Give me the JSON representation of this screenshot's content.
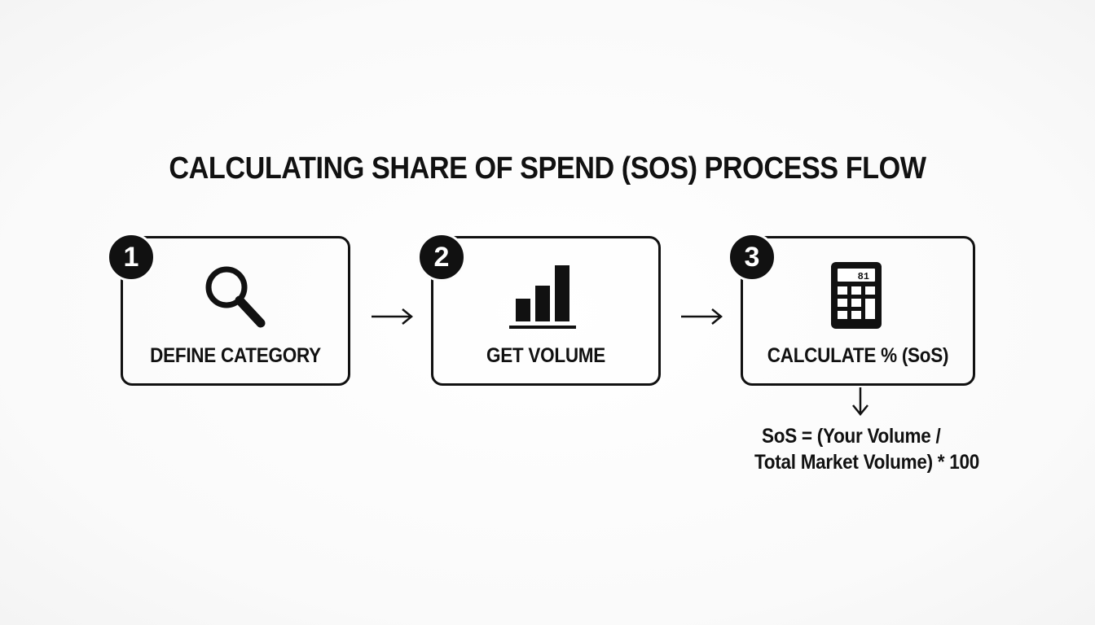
{
  "title": "CALCULATING SHARE OF SPEND (SOS) PROCESS FLOW",
  "steps": [
    {
      "number": "1",
      "label": "DEFINE CATEGORY",
      "icon": "magnifying-glass-icon"
    },
    {
      "number": "2",
      "label": "GET VOLUME",
      "icon": "bar-chart-icon"
    },
    {
      "number": "3",
      "label": "CALCULATE % (SoS)",
      "icon": "calculator-icon"
    }
  ],
  "calculator_display": "81",
  "formula": {
    "line1": "SoS = (Your Volume /",
    "line2": "Total Market Volume) * 100"
  },
  "colors": {
    "ink": "#111111",
    "background": "#fdfdfd"
  }
}
